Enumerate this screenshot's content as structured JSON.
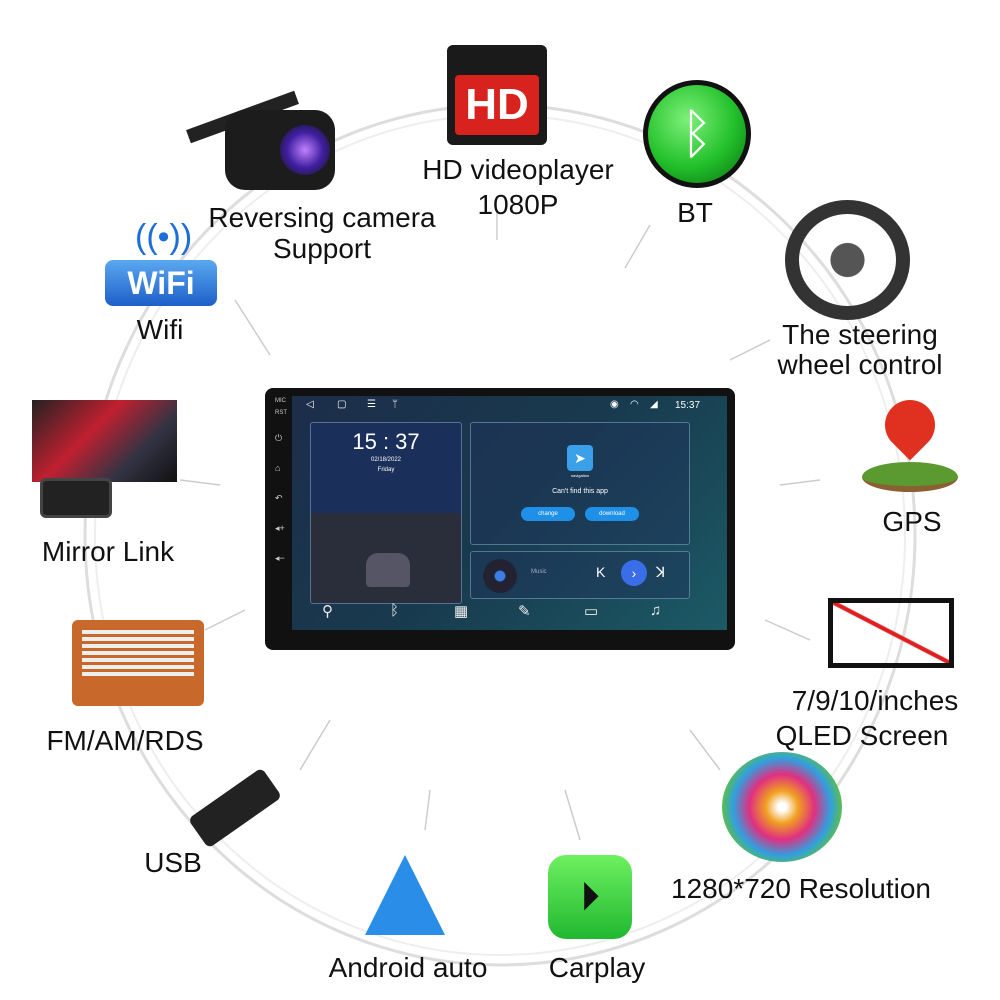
{
  "features": {
    "hd": {
      "badge": "HD",
      "line1": "HD videoplayer",
      "line2": "1080P"
    },
    "bt": {
      "label": "BT"
    },
    "camera": {
      "line1": "Reversing camera",
      "line2": "Support"
    },
    "wifi": {
      "badge": "WiFi",
      "label": "Wifi"
    },
    "steering": {
      "line1": "The steering",
      "line2": "wheel control"
    },
    "mirror": {
      "label": "Mirror Link"
    },
    "gps": {
      "label": "GPS"
    },
    "radio": {
      "label": "FM/AM/RDS"
    },
    "screen": {
      "line1": "7/9/10/inches",
      "line2": "QLED Screen"
    },
    "usb": {
      "label": "USB"
    },
    "resolution": {
      "label": "1280*720 Resolution"
    },
    "android": {
      "label": "Android auto"
    },
    "carplay": {
      "label": "Carplay"
    }
  },
  "device": {
    "side_labels": [
      "MIC",
      "RST"
    ],
    "status_time": "15:37",
    "clock": {
      "time": "15 : 37",
      "date": "02/18/2022",
      "day": "Friday"
    },
    "app_card": {
      "app_name": "navigation",
      "message": "Can't find this app",
      "change": "change",
      "download": "download"
    },
    "music": {
      "label": "Music"
    },
    "colors": {
      "accent": "#1e90e8",
      "bt_green": "#22c02a",
      "hd_red": "#d8221e"
    }
  }
}
